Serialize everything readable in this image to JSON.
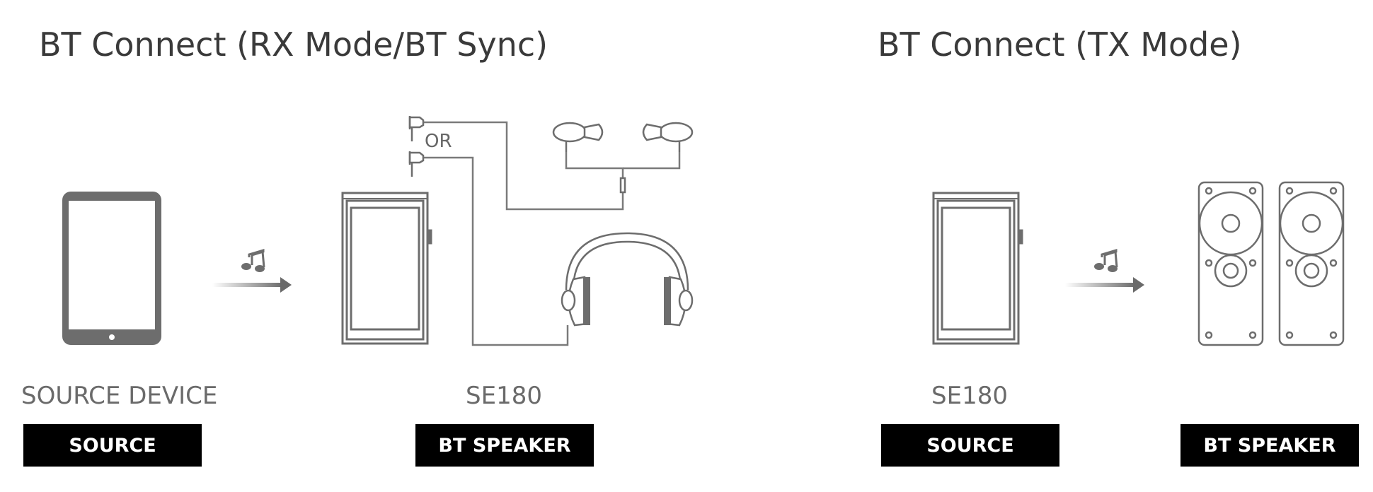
{
  "rx_section": {
    "title": "BT Connect (RX Mode/BT Sync)",
    "source_caption": "SOURCE DEVICE",
    "source_badge": "SOURCE",
    "player_caption": "SE180",
    "player_badge": "BT SPEAKER",
    "or_label": "OR",
    "icons": [
      "tablet-icon",
      "music-note-icon",
      "arrow-right-icon",
      "audio-player-icon",
      "jack-plug-icon",
      "earphones-icon",
      "headphones-icon"
    ]
  },
  "tx_section": {
    "title": "BT Connect (TX Mode)",
    "player_caption": "SE180",
    "player_badge": "SOURCE",
    "speaker_badge": "BT SPEAKER",
    "icons": [
      "audio-player-icon",
      "music-note-icon",
      "arrow-right-icon",
      "speaker-icon"
    ]
  },
  "colors": {
    "line": "#7a7a7a",
    "device_dark": "#6d6d6d",
    "badge_bg": "#000000",
    "badge_text": "#ffffff"
  }
}
